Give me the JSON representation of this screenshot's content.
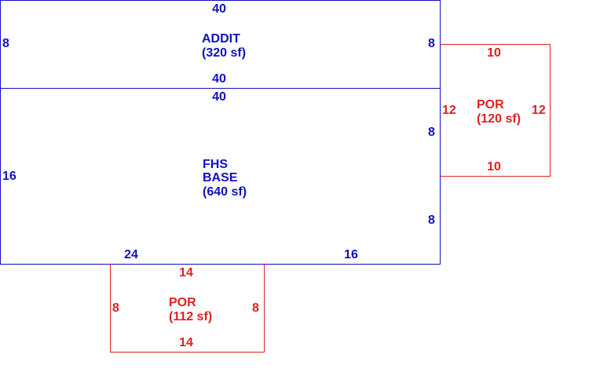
{
  "colors": {
    "structure": "#1010c0",
    "porch": "#e02020",
    "background": "#ffffff"
  },
  "addit": {
    "name": "ADDIT",
    "area": "(320 sf)",
    "dims": {
      "top": "40",
      "bottom": "40",
      "left": "8",
      "right": "8"
    }
  },
  "base": {
    "name_line1": "FHS",
    "name_line2": "BASE",
    "area": "(640 sf)",
    "dims": {
      "top": "40",
      "left": "16",
      "right_upper": "8",
      "right_lower": "8",
      "bottom_left": "24",
      "bottom_right": "16"
    }
  },
  "porch_right": {
    "name": "POR",
    "area": "(120 sf)",
    "dims": {
      "top": "10",
      "bottom": "10",
      "left": "12",
      "right": "12"
    }
  },
  "porch_bottom": {
    "name": "POR",
    "area": "(112 sf)",
    "dims": {
      "top": "14",
      "bottom": "14",
      "left": "8",
      "right": "8"
    }
  }
}
